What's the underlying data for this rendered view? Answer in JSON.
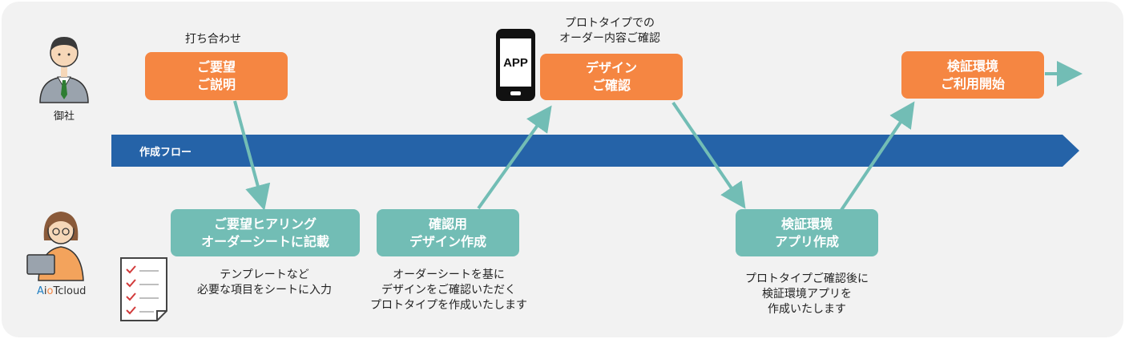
{
  "actors": {
    "client": "御社",
    "company_logo": {
      "a": "A",
      "i": "i",
      "o": "o",
      "rest": "Tcloud"
    }
  },
  "flow_band_label": "作成フロー",
  "steps_top": [
    {
      "caption": "打ち合わせ",
      "line1": "ご要望",
      "line2": "ご説明"
    },
    {
      "caption_line1": "プロトタイプでの",
      "caption_line2": "オーダー内容ご確認",
      "line1": "デザイン",
      "line2": "ご確認"
    },
    {
      "line1": "検証環境",
      "line2": "ご利用開始"
    }
  ],
  "steps_bottom": [
    {
      "line1": "ご要望ヒアリング",
      "line2": "オーダーシートに記載",
      "desc": [
        "テンプレートなど",
        "必要な項目をシートに入力"
      ]
    },
    {
      "line1": "確認用",
      "line2": "デザイン作成",
      "desc": [
        "オーダーシートを基に",
        "デザインをご確認いただく",
        "プロトタイプを作成いたします"
      ]
    },
    {
      "line1": "検証環境",
      "line2": "アプリ作成",
      "desc": [
        "プロトタイプご確認後に",
        "検証環境アプリを",
        "作成いたします"
      ]
    }
  ],
  "phone_label": "APP",
  "colors": {
    "orange": "#f58642",
    "teal": "#72bdb5",
    "band": "#2563a8",
    "connector": "#72bdb5"
  },
  "icons": [
    "client-avatar-icon",
    "staff-avatar-icon",
    "phone-icon",
    "checklist-icon"
  ]
}
